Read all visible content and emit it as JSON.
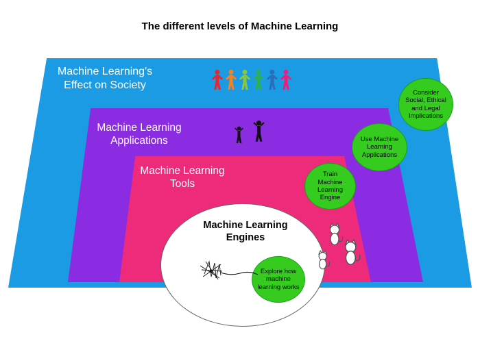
{
  "title": "The different levels of Machine Learning",
  "colors": {
    "blue": "#1a9be4",
    "purple": "#8b2be2",
    "pink": "#ee2a7b",
    "green": "#35cc1f"
  },
  "levels": {
    "society": {
      "label": "Machine Learning's\nEffect on Society",
      "badge": "Consider Social, Ethical and Legal Implications"
    },
    "applications": {
      "label": "Machine Learning\nApplications",
      "badge": "Use Machine Learning Applications"
    },
    "tools": {
      "label": "Machine Learning\nTools",
      "badge": "Train Machine Learning Engine"
    },
    "engines": {
      "label": "Machine Learning\nEngines",
      "badge": "Explore how machine learning works"
    }
  },
  "people": {
    "society_colors": [
      "#e8262d",
      "#f5821f",
      "#8cc63e",
      "#2bb24c",
      "#2a6ebb",
      "#ec1e79"
    ],
    "applications_color": "#111111"
  }
}
